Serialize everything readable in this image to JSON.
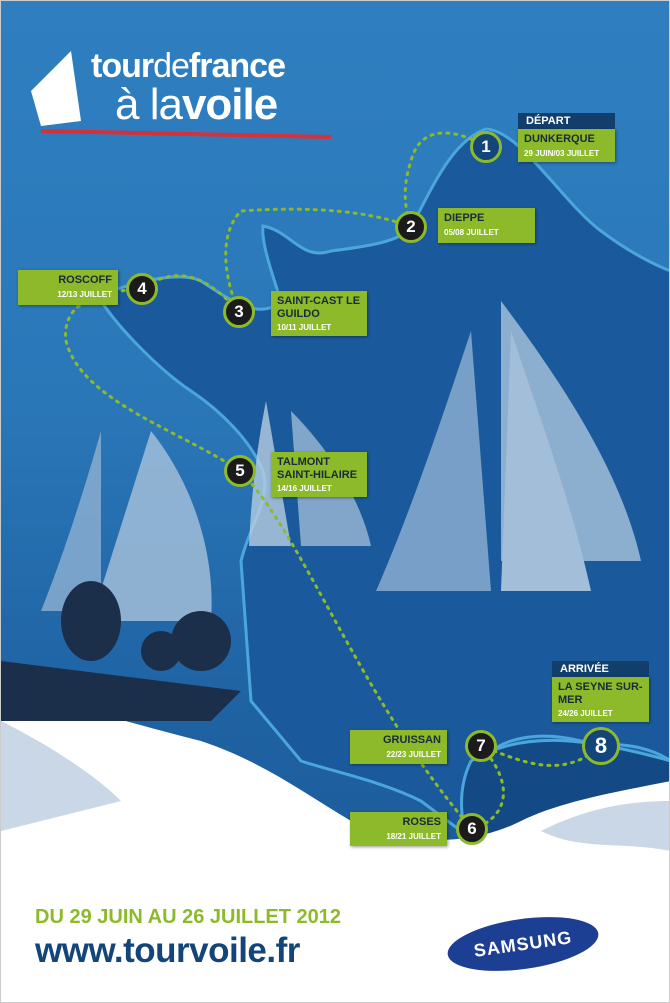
{
  "logo": {
    "line1_a": "tour",
    "line1_b": "de",
    "line1_c": "france",
    "line2_a": "à la",
    "line2_b": "voile"
  },
  "stages": [
    {
      "num": "1",
      "city": "DUNKERQUE",
      "dates": "29 JUIN/03 JUILLET",
      "header": "DÉPART"
    },
    {
      "num": "2",
      "city": "DIEPPE",
      "dates": "05/08 JUILLET"
    },
    {
      "num": "3",
      "city": "SAINT-CAST LE GUILDO",
      "dates": "10/11 JUILLET"
    },
    {
      "num": "4",
      "city": "ROSCOFF",
      "dates": "12/13 JUILLET"
    },
    {
      "num": "5",
      "city": "TALMONT SAINT-HILAIRE",
      "dates": "14/16 JUILLET"
    },
    {
      "num": "6",
      "city": "ROSES",
      "dates": "18/21 JUILLET"
    },
    {
      "num": "7",
      "city": "GRUISSAN",
      "dates": "22/23 JUILLET"
    },
    {
      "num": "8",
      "city": "LA SEYNE SUR-MER",
      "dates": "24/26 JUILLET",
      "header": "ARRIVÉE"
    }
  ],
  "footer": {
    "dates": "DU 29 JUIN AU 26 JUILLET 2012",
    "url": "www.tourvoile.fr",
    "sponsor": "SAMSUNG"
  },
  "colors": {
    "green": "#8dba2a",
    "navy": "#14457a",
    "sea": "#2f7fc0"
  }
}
